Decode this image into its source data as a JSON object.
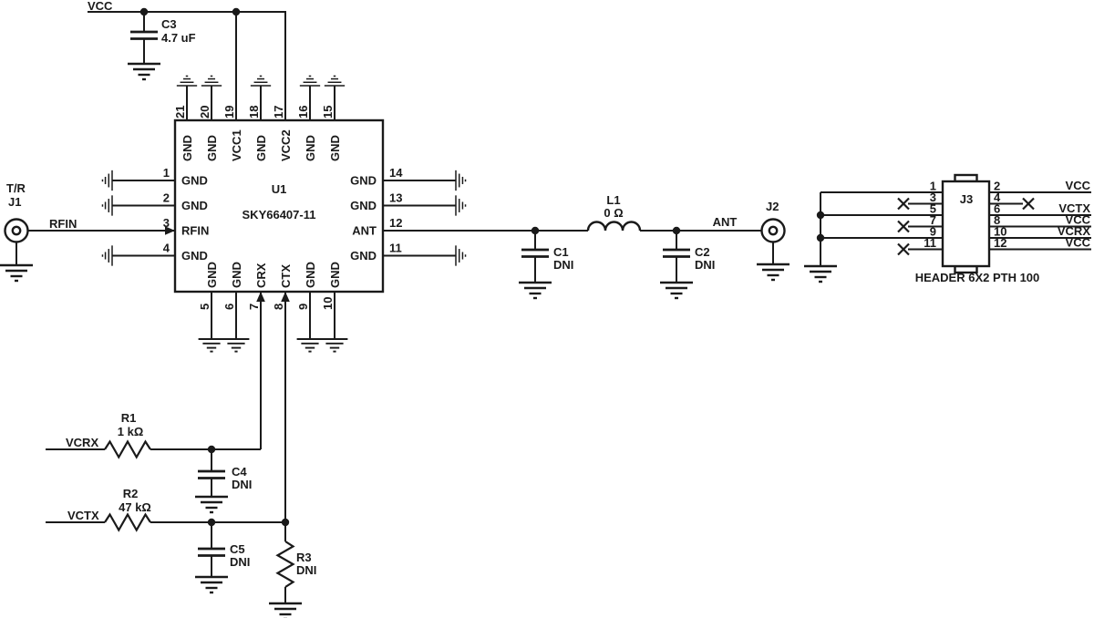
{
  "schematic": {
    "nets": {
      "vcc": "VCC",
      "rfin": "RFIN",
      "ant": "ANT",
      "vcrx": "VCRX",
      "vctx": "VCTX"
    },
    "u1": {
      "ref": "U1",
      "part": "SKY66407-11",
      "top": [
        {
          "num": "21",
          "label": "GND"
        },
        {
          "num": "20",
          "label": "GND"
        },
        {
          "num": "19",
          "label": "VCC1"
        },
        {
          "num": "18",
          "label": "GND"
        },
        {
          "num": "17",
          "label": "VCC2"
        },
        {
          "num": "16",
          "label": "GND"
        },
        {
          "num": "15",
          "label": "GND"
        }
      ],
      "left": [
        {
          "num": "1",
          "label": "GND"
        },
        {
          "num": "2",
          "label": "GND"
        },
        {
          "num": "3",
          "label": "RFIN"
        },
        {
          "num": "4",
          "label": "GND"
        }
      ],
      "right": [
        {
          "num": "14",
          "label": "GND"
        },
        {
          "num": "13",
          "label": "GND"
        },
        {
          "num": "12",
          "label": "ANT"
        },
        {
          "num": "11",
          "label": "GND"
        }
      ],
      "bottom": [
        {
          "num": "5",
          "label": "GND"
        },
        {
          "num": "6",
          "label": "GND"
        },
        {
          "num": "7",
          "label": "CRX"
        },
        {
          "num": "8",
          "label": "CTX"
        },
        {
          "num": "9",
          "label": "GND"
        },
        {
          "num": "10",
          "label": "GND"
        }
      ]
    },
    "j1": {
      "label": "T/R",
      "ref": "J1"
    },
    "j2": {
      "ref": "J2"
    },
    "j3": {
      "ref": "J3",
      "desc": "HEADER 6X2 PTH 100",
      "left_pins": [
        "1",
        "3",
        "5",
        "7",
        "9",
        "11"
      ],
      "right_pins": [
        {
          "num": "2",
          "net": "VCC"
        },
        {
          "num": "4",
          "net": ""
        },
        {
          "num": "6",
          "net": "VCTX"
        },
        {
          "num": "8",
          "net": "VCC"
        },
        {
          "num": "10",
          "net": "VCRX"
        },
        {
          "num": "12",
          "net": "VCC"
        }
      ]
    },
    "c1": {
      "ref": "C1",
      "value": "DNI"
    },
    "c2": {
      "ref": "C2",
      "value": "DNI"
    },
    "c3": {
      "ref": "C3",
      "value": "4.7 uF"
    },
    "c4": {
      "ref": "C4",
      "value": "DNI"
    },
    "c5": {
      "ref": "C5",
      "value": "DNI"
    },
    "r1": {
      "ref": "R1",
      "value": "1 kΩ"
    },
    "r2": {
      "ref": "R2",
      "value": "47 kΩ"
    },
    "r3": {
      "ref": "R3",
      "value": "DNI"
    },
    "l1": {
      "ref": "L1",
      "value": "0 Ω"
    }
  }
}
